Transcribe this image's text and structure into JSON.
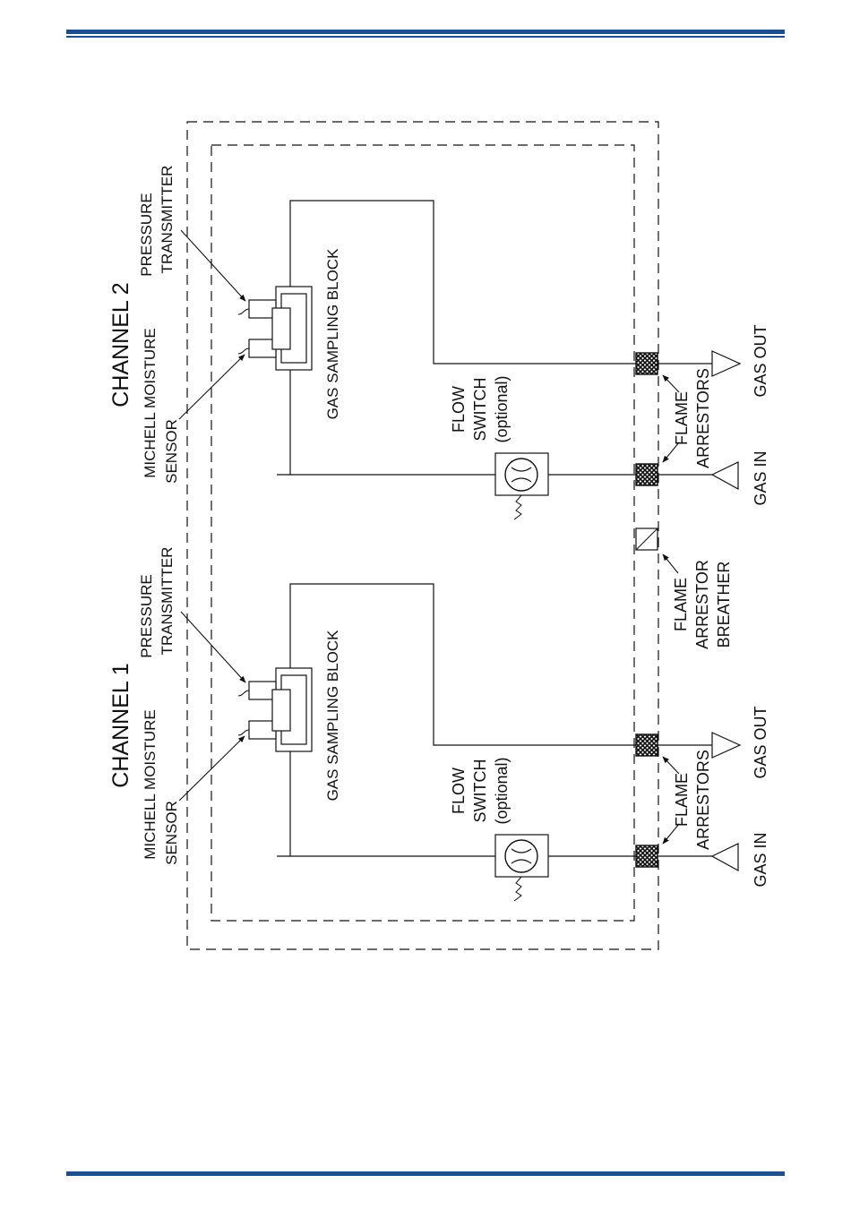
{
  "colors": {
    "rule": "#1f4e8c",
    "line": "#111111"
  },
  "channels": [
    {
      "title": "CHANNEL 1",
      "moisture_sensor": [
        "MICHELL MOISTURE",
        "SENSOR"
      ],
      "pressure_transmitter": [
        "PRESSURE",
        "TRANSMITTER"
      ],
      "sampling_block": "GAS SAMPLING BLOCK",
      "flow_switch": [
        "FLOW",
        "SWITCH",
        "(optional)"
      ],
      "flame_arrestors": [
        "FLAME",
        "ARRESTORS"
      ],
      "gas_in": "GAS IN",
      "gas_out": "GAS OUT"
    },
    {
      "title": "CHANNEL 2",
      "moisture_sensor": [
        "MICHELL MOISTURE",
        "SENSOR"
      ],
      "pressure_transmitter": [
        "PRESSURE",
        "TRANSMITTER"
      ],
      "sampling_block": "GAS SAMPLING BLOCK",
      "flow_switch": [
        "FLOW",
        "SWITCH",
        "(optional)"
      ],
      "flame_arrestors": [
        "FLAME",
        "ARRESTORS"
      ],
      "gas_in": "GAS IN",
      "gas_out": "GAS OUT"
    }
  ],
  "breather": [
    "FLAME",
    "ARRESTOR",
    "BREATHER"
  ]
}
